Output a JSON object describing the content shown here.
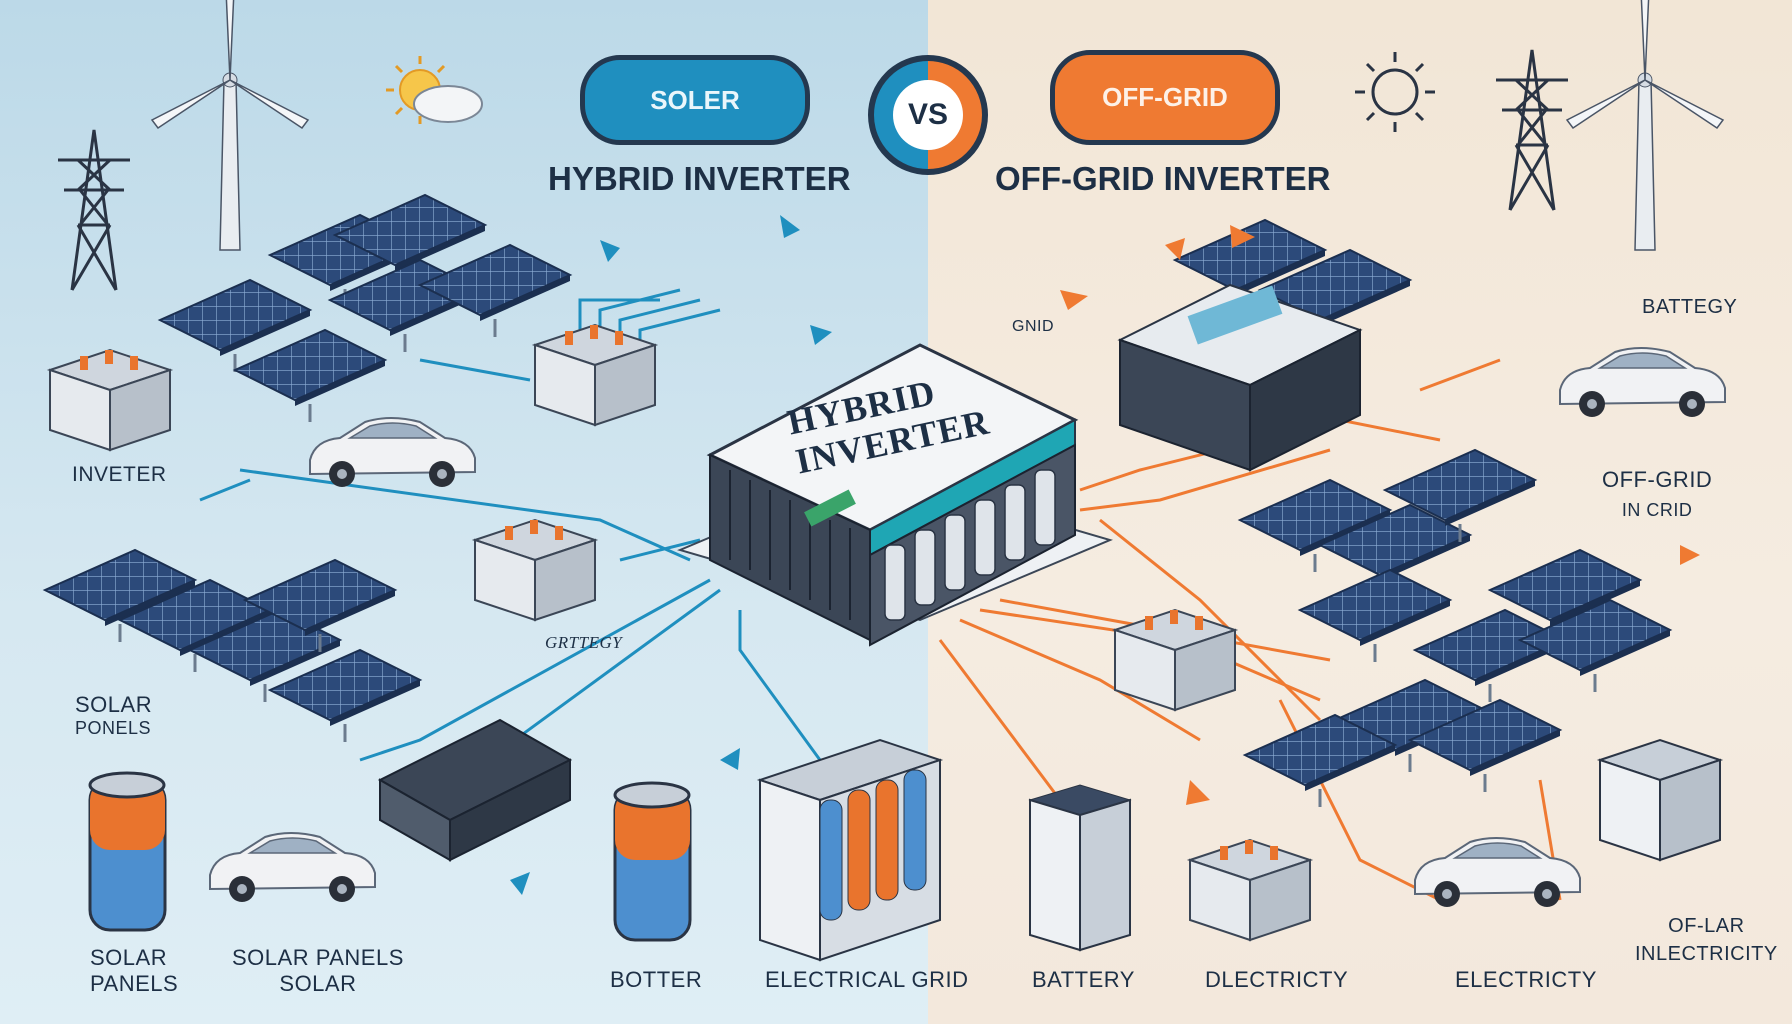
{
  "headings": {
    "left_cloud": "SOLER",
    "vs": "VS",
    "right_cloud": "OFF-GRID",
    "left_title": "HYBRID INVERTER",
    "right_title": "OFF-GRID INVERTER"
  },
  "device": {
    "center_label_line1": "HYBRID",
    "center_label_line2": "INVERTER"
  },
  "labels": {
    "inveter": "INVETER",
    "grttegy": "GRTTEGY",
    "solar_panels_left_1": "SOLAR",
    "solar_panels_left_2": "PONELS",
    "solar_panels_bottom_1": "SOLAR",
    "solar_panels_bottom_2": "PANELS",
    "solar_panels_solar_1": "SOLAR PANELS",
    "solar_panels_solar_2": "SOLAR",
    "botter": "BOTTER",
    "electrical_grid": "ELECTRICAL GRID",
    "battery_bottom": "BATTERY",
    "dlectricty": "DLECTRICTY",
    "electricty": "ELECTRICTY",
    "of_lar_1": "OF-LAR",
    "of_lar_2": "INLECTRICITY",
    "gnid": "GNID",
    "battegy": "BATTEGY",
    "off_grid_right_1": "OFF-GRID",
    "off_grid_right_2": "IN CRID"
  },
  "colors": {
    "left_accent": "#1f8fbf",
    "right_accent": "#ef7a32",
    "panel_blue": "#2c4a7a",
    "text_dark": "#1d2f45"
  },
  "icons": [
    "sun-cloud-icon",
    "sun-icon",
    "wind-turbine-icon",
    "power-pylon-icon",
    "solar-panel-icon",
    "car-icon",
    "battery-icon",
    "inverter-icon"
  ]
}
